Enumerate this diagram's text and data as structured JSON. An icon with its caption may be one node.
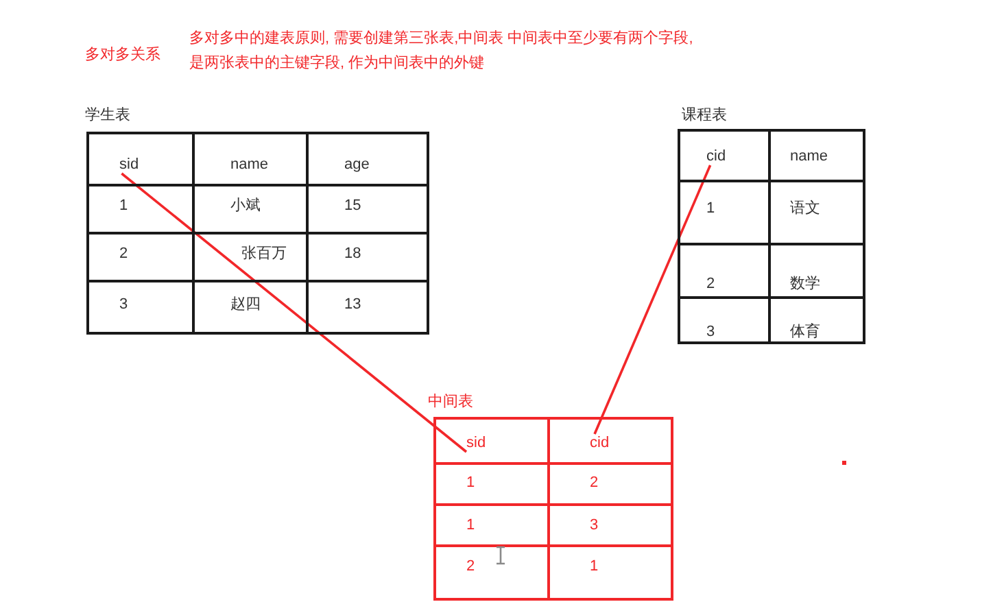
{
  "diagram": {
    "title": "多对多关系",
    "nodes": [
      {
        "text": [
          "学生表"
        ]
      },
      {
        "text": [
          "sid"
        ],
        "in": 0
      },
      {
        "text": [
          "name"
        ],
        "in": 0
      },
      {
        "text": [
          "age"
        ],
        "in": 0
      },
      {
        "text": [
          "1"
        ],
        "in": 0
      },
      {
        "text": [
          "小斌"
        ],
        "in": 0
      },
      {
        "text": [
          "15"
        ],
        "in": 0
      },
      {
        "text": [
          "2"
        ],
        "in": 0
      },
      {
        "text": [
          "张百万"
        ],
        "in": 0
      },
      {
        "text": [
          "18"
        ],
        "in": 0
      },
      {
        "text": [
          "3"
        ],
        "in": 0
      },
      {
        "text": [
          "赵四"
        ],
        "in": 0
      },
      {
        "text": [
          "13"
        ],
        "in": 0
      },
      {
        "text": [
          "课程表"
        ]
      },
      {
        "text": [
          "cid"
        ],
        "in": 13
      },
      {
        "text": [
          "name"
        ],
        "in": 13
      },
      {
        "text": [
          "1"
        ],
        "in": 13
      },
      {
        "text": [
          "语文"
        ],
        "in": 13
      },
      {
        "text": [
          "2"
        ],
        "in": 13
      },
      {
        "text": [
          "数学"
        ],
        "in": 13
      },
      {
        "text": [
          "3"
        ],
        "in": 13
      },
      {
        "text": [
          "体育"
        ],
        "in": 13
      },
      {
        "text": [
          "中间表"
        ]
      },
      {
        "text": [
          "sid"
        ],
        "in": 22
      },
      {
        "text": [
          "cid"
        ],
        "in": 22
      },
      {
        "text": [
          "1"
        ],
        "in": 22
      },
      {
        "text": [
          "2"
        ],
        "in": 22
      },
      {
        "text": [
          "1"
        ],
        "in": 22
      },
      {
        "text": [
          "3"
        ],
        "in": 22
      },
      {
        "text": [
          "2"
        ],
        "in": 22
      },
      {
        "text": [
          "1"
        ],
        "in": 22
      }
    ],
    "edges": [
      {
        "from": 1,
        "to": 23,
        "arrow": "none"
      },
      {
        "from": 14,
        "to": 24,
        "arrow": "none"
      }
    ],
    "labels": [
      "多对多中的建表原则, 需要创建第三张表,中间表 中间表中至少要有两个字段,是两张表中的主键字段, 作为中间表中的外键"
    ]
  }
}
